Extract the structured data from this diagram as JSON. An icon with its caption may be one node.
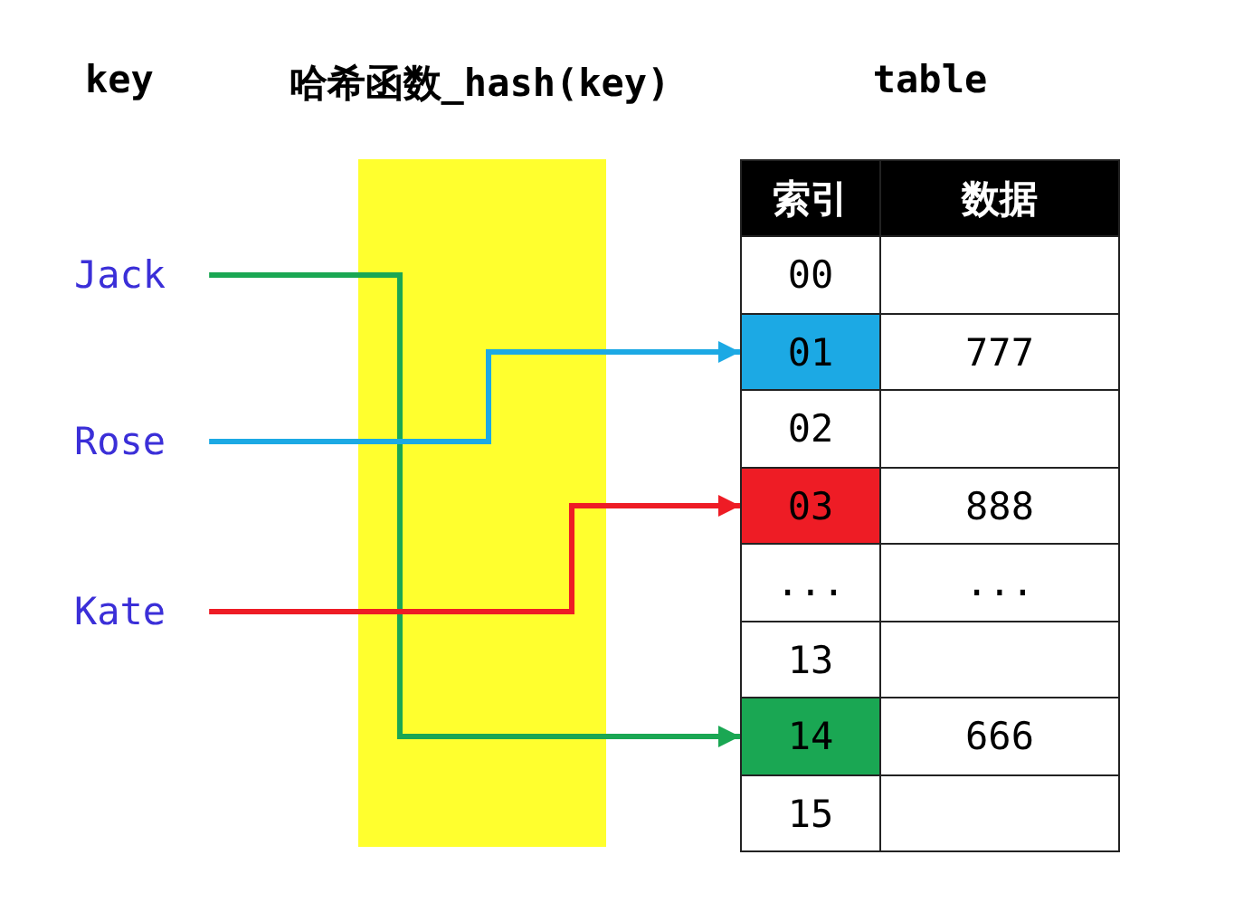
{
  "diagram": {
    "nodes": [
      {
        "text": [
          "Jack"
        ]
      },
      {
        "text": [
          "Rose"
        ]
      },
      {
        "text": [
          "Kate"
        ]
      },
      {
        "text": [
          "table"
        ]
      },
      {
        "text": [
          "索引"
        ],
        "in": 3
      },
      {
        "text": [
          "数据"
        ],
        "in": 3
      },
      {
        "text": [
          "00"
        ],
        "in": 3
      },
      {
        "text": [],
        "shape": "box",
        "in": 3
      },
      {
        "text": [
          "01"
        ],
        "in": 3
      },
      {
        "text": [
          "777"
        ],
        "in": 3
      },
      {
        "text": [
          "02"
        ],
        "in": 3
      },
      {
        "text": [],
        "shape": "box",
        "in": 3
      },
      {
        "text": [
          "03"
        ],
        "in": 3
      },
      {
        "text": [
          "888"
        ],
        "in": 3
      },
      {
        "text": [
          "..."
        ],
        "in": 3
      },
      {
        "text": [
          "..."
        ],
        "in": 3
      },
      {
        "text": [
          "13"
        ],
        "in": 3
      },
      {
        "text": [],
        "shape": "box",
        "in": 3
      },
      {
        "text": [
          "14"
        ],
        "in": 3
      },
      {
        "text": [
          "666"
        ],
        "in": 3
      },
      {
        "text": [
          "15"
        ],
        "in": 3
      },
      {
        "text": [],
        "shape": "box",
        "in": 3
      }
    ],
    "edges": [
      {
        "from": 0,
        "to": 18,
        "arrow": "to",
        "color": "#1aa753"
      },
      {
        "from": 1,
        "to": 8,
        "arrow": "to",
        "color": "#1ca9e4"
      },
      {
        "from": 2,
        "to": 12,
        "arrow": "to",
        "color": "#ee1c25"
      }
    ],
    "labels": [
      "key",
      "哈希函数_hash(key)"
    ]
  }
}
